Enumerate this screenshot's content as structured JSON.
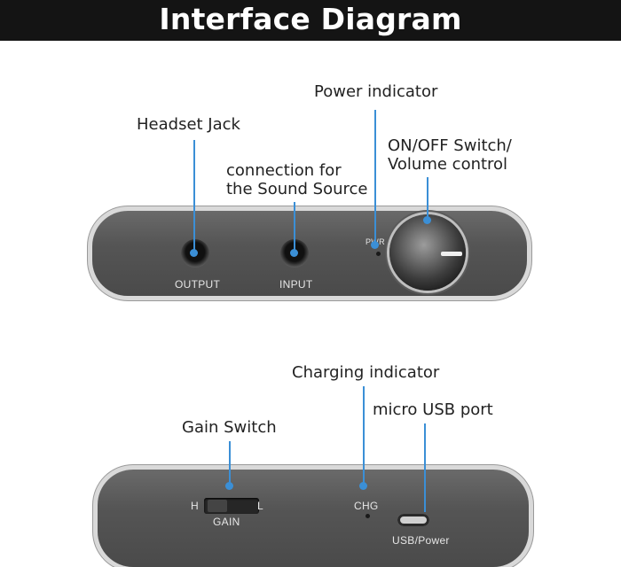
{
  "title": "Interface Diagram",
  "top_panel": {
    "labels": {
      "headset": "Headset Jack",
      "source_line1": "connection for",
      "source_line2": "the Sound Source",
      "power": "Power indicator",
      "switch_line1": "ON/OFF Switch/",
      "switch_line2": "Volume control"
    },
    "silk": {
      "output": "OUTPUT",
      "input": "INPUT",
      "pwr": "PWR"
    }
  },
  "bottom_panel": {
    "labels": {
      "charging": "Charging indicator",
      "usb": "micro USB port",
      "gain": "Gain Switch"
    },
    "silk": {
      "h": "H",
      "l": "L",
      "gain": "GAIN",
      "chg": "CHG",
      "usb": "USB/Power"
    }
  },
  "colors": {
    "leader_line": "#3b8fd6",
    "header_bg": "#141414",
    "panel": "#555555"
  }
}
